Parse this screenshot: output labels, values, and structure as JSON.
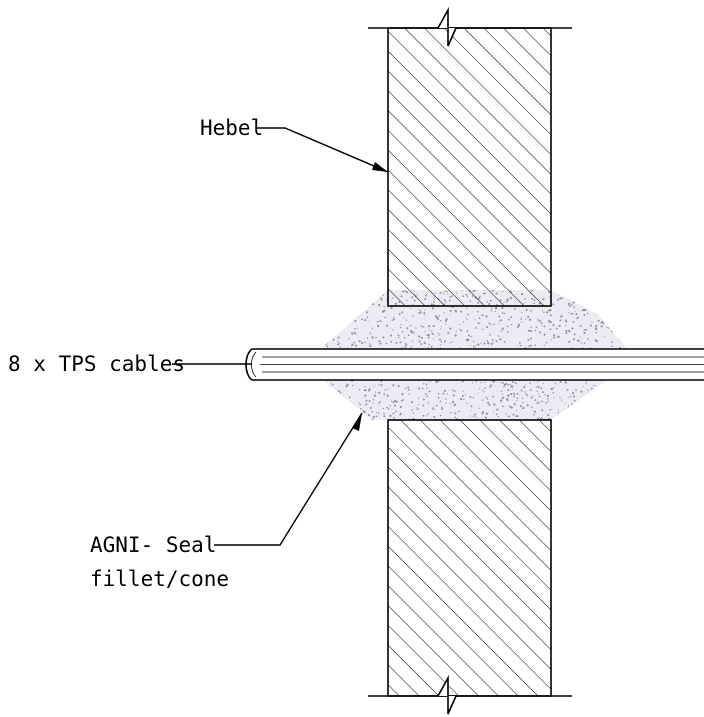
{
  "labels": {
    "wall": "Hebel",
    "cables": "8 x TPS cables",
    "seal_line1": "AGNI- Seal",
    "seal_line2": "fillet/cone"
  },
  "colors": {
    "line": "#000000",
    "background": "#ffffff",
    "seal_fill": "#ecebf3",
    "seal_speckle": "#8c8c9c"
  }
}
